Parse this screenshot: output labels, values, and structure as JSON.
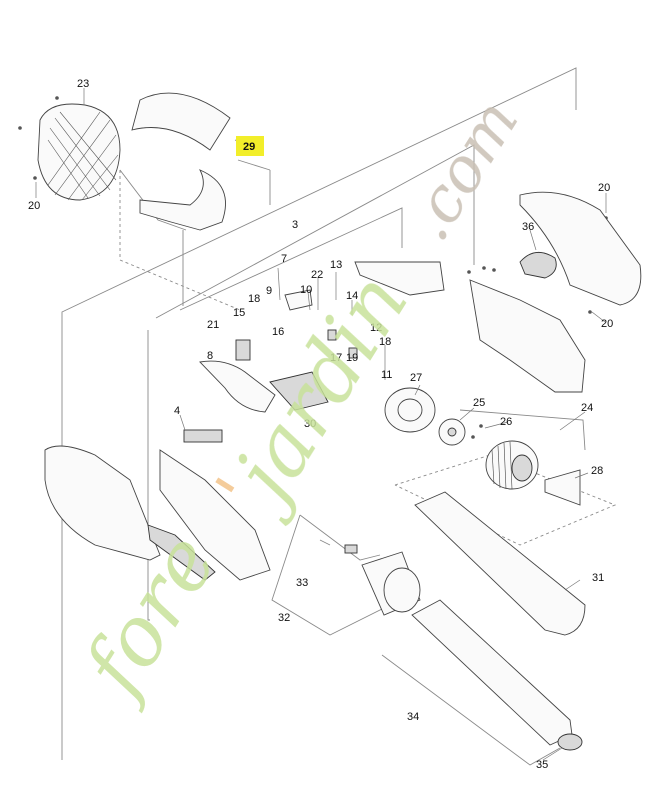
{
  "diagram": {
    "highlight_color": "#f2ee2a",
    "highlighted_part": "29",
    "callouts": [
      "23",
      "20",
      "29",
      "3",
      "7",
      "9",
      "10",
      "22",
      "13",
      "14",
      "18",
      "15",
      "21",
      "16",
      "12",
      "18",
      "8",
      "17",
      "19",
      "11",
      "30",
      "27",
      "25",
      "26",
      "24",
      "4",
      "28",
      "33",
      "32",
      "31",
      "34",
      "35",
      "20",
      "36",
      "20"
    ]
  },
  "watermark": {
    "brand_part1": "fore",
    "brand_apostrophe": "'",
    "brand_part2": "jardin",
    "brand_suffix": ".com",
    "colors": {
      "green": "#c8e29a",
      "orange": "#f3c38a",
      "grey": "#c9c0b4"
    }
  }
}
